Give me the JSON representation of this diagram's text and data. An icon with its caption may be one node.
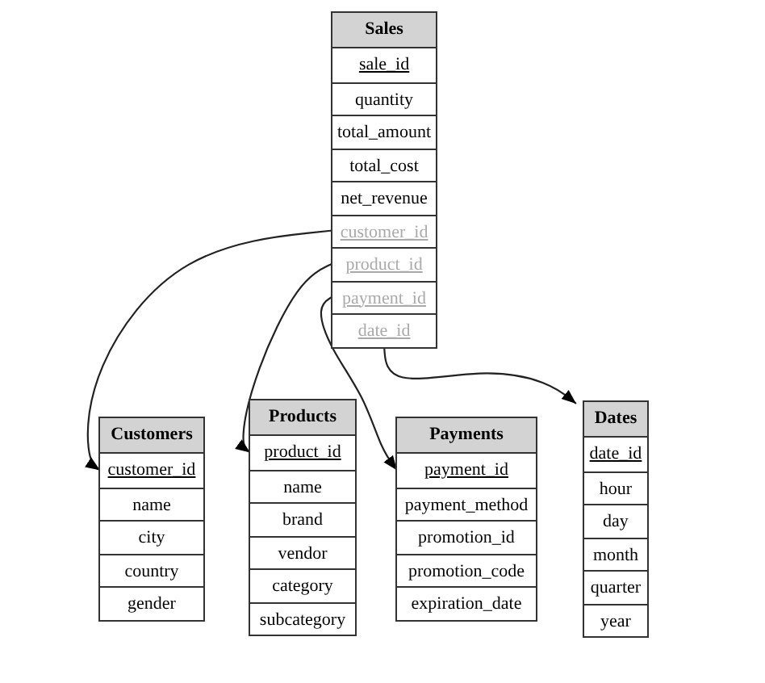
{
  "diagram": {
    "nodes": [
      {
        "text": [
          "Sales"
        ]
      },
      {
        "text": [
          "sale_id"
        ],
        "in": 0
      },
      {
        "text": [
          "quantity"
        ],
        "in": 0
      },
      {
        "text": [
          "total_amount"
        ],
        "in": 0
      },
      {
        "text": [
          "total_cost"
        ],
        "in": 0
      },
      {
        "text": [
          "net_revenue"
        ],
        "in": 0
      },
      {
        "text": [
          "customer_id"
        ],
        "in": 0
      },
      {
        "text": [
          "product_id"
        ],
        "in": 0
      },
      {
        "text": [
          "payment_id"
        ],
        "in": 0
      },
      {
        "text": [
          "date_id"
        ],
        "in": 0
      },
      {
        "text": [
          "Customers"
        ]
      },
      {
        "text": [
          "customer_id"
        ],
        "in": 10
      },
      {
        "text": [
          "name"
        ],
        "in": 10
      },
      {
        "text": [
          "city"
        ],
        "in": 10
      },
      {
        "text": [
          "country"
        ],
        "in": 10
      },
      {
        "text": [
          "gender"
        ],
        "in": 10
      },
      {
        "text": [
          "Products"
        ]
      },
      {
        "text": [
          "product_id"
        ],
        "in": 16
      },
      {
        "text": [
          "name"
        ],
        "in": 16
      },
      {
        "text": [
          "brand"
        ],
        "in": 16
      },
      {
        "text": [
          "vendor"
        ],
        "in": 16
      },
      {
        "text": [
          "category"
        ],
        "in": 16
      },
      {
        "text": [
          "subcategory"
        ],
        "in": 16
      },
      {
        "text": [
          "Payments"
        ]
      },
      {
        "text": [
          "payment_id"
        ],
        "in": 23
      },
      {
        "text": [
          "payment_method"
        ],
        "in": 23
      },
      {
        "text": [
          "promotion_id"
        ],
        "in": 23
      },
      {
        "text": [
          "promotion_code"
        ],
        "in": 23
      },
      {
        "text": [
          "expiration_date"
        ],
        "in": 23
      },
      {
        "text": [
          "Dates"
        ]
      },
      {
        "text": [
          "date_id"
        ],
        "in": 29
      },
      {
        "text": [
          "hour"
        ],
        "in": 29
      },
      {
        "text": [
          "day"
        ],
        "in": 29
      },
      {
        "text": [
          "month"
        ],
        "in": 29
      },
      {
        "text": [
          "quarter"
        ],
        "in": 29
      },
      {
        "text": [
          "year"
        ],
        "in": 29
      }
    ],
    "edges": [
      {
        "from": 6,
        "to": 11,
        "arrow": "to"
      },
      {
        "from": 7,
        "to": 17,
        "arrow": "to"
      },
      {
        "from": 8,
        "to": 24,
        "arrow": "to"
      },
      {
        "from": 9,
        "to": 29,
        "arrow": "to"
      }
    ]
  }
}
